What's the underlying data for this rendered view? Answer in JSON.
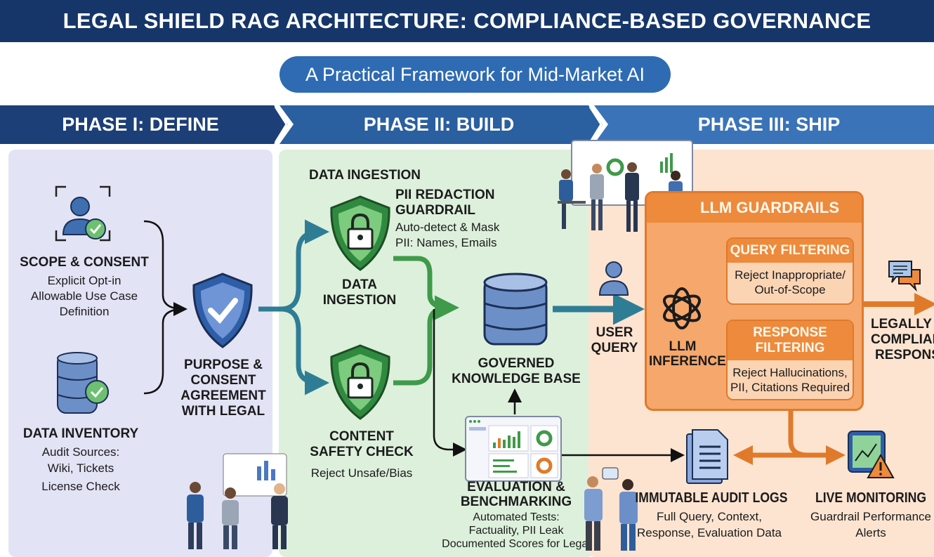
{
  "title": "LEGAL SHIELD RAG ARCHITECTURE: COMPLIANCE-BASED GOVERNANCE",
  "subtitle": "A Practical Framework for Mid-Market AI",
  "phases": [
    {
      "label": "PHASE I: DEFINE"
    },
    {
      "label": "PHASE II: BUILD"
    },
    {
      "label": "PHASE III: SHIP"
    }
  ],
  "define": {
    "scope": {
      "title": "SCOPE & CONSENT",
      "lines": [
        "Explicit Opt-in",
        "Allowable Use Case",
        "Definition"
      ]
    },
    "inventory": {
      "title": "DATA INVENTORY",
      "lines": [
        "Audit Sources:",
        "Wiki, Tickets",
        "License Check"
      ]
    },
    "purpose": {
      "lines": [
        "PURPOSE &",
        "CONSENT",
        "AGREEMENT",
        "WITH LEGAL"
      ]
    }
  },
  "build": {
    "ingestion_header": "DATA INGESTION",
    "pii": {
      "title_lines": [
        "PII REDACTION",
        "GUARDRAIL"
      ],
      "lines": [
        "Auto-detect & Mask",
        "PII: Names, Emails"
      ]
    },
    "ingestion_label": [
      "DATA",
      "INGESTION"
    ],
    "safety": {
      "title_lines": [
        "CONTENT",
        "SAFETY CHECK"
      ],
      "desc": "Reject Unsafe/Bias"
    },
    "kb": [
      "GOVERNED",
      "KNOWLEDGE BASE"
    ],
    "eval": {
      "title_lines": [
        "EVALUATION &",
        "BENCHMARKING"
      ],
      "lines": [
        "Automated Tests:",
        "Factuality, PII Leak",
        "Documented Scores for Legal"
      ]
    }
  },
  "ship": {
    "user_query": [
      "USER",
      "QUERY"
    ],
    "guardrails_title": "LLM GUARDRAILS",
    "llm": [
      "LLM",
      "INFERENCE"
    ],
    "query_filter": {
      "title": "QUERY FILTERING",
      "lines": [
        "Reject Inappropriate/",
        "Out-of-Scope"
      ]
    },
    "response_filter": {
      "title_lines": [
        "RESPONSE",
        "FILTERING"
      ],
      "lines": [
        "Reject Hallucinations,",
        "PII, Citations Required"
      ]
    },
    "legal_response": [
      "LEGALLY",
      "COMPLIANT",
      "RESPONSE"
    ],
    "audit": {
      "title": "IMMUTABLE AUDIT LOGS",
      "lines": [
        "Full Query, Context,",
        "Response, Evaluation Data"
      ]
    },
    "monitoring": {
      "title": "LIVE MONITORING",
      "lines": [
        "Guardrail Performance",
        "Alerts"
      ]
    }
  },
  "colors": {
    "navy": "#16366a",
    "blue": "#2e6bb3",
    "green": "#3f9a4a",
    "orange": "#ee8a3c",
    "teal": "#2f7d95"
  }
}
